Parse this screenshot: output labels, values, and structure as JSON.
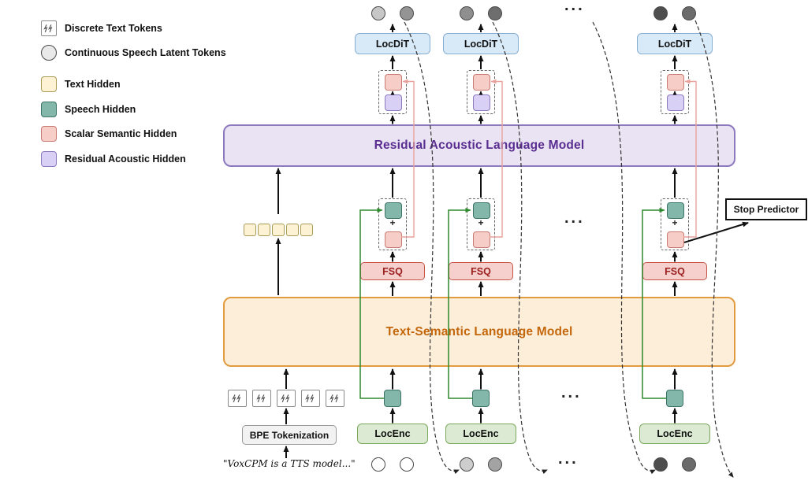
{
  "palette": {
    "locdit_fill": "#d8e9f8",
    "locenc_fill": "#dcead3",
    "fsq_fill": "#f6d0cd",
    "residual_model_fill": "#e9e3f3",
    "residual_model_text": "#5a2d91",
    "semantic_model_fill": "#fdeeda",
    "semantic_model_text": "#c4660a",
    "green_arrow": "#2d8a2d",
    "pink_arrow": "#e9a29b"
  },
  "legend": {
    "items": [
      {
        "name": "discrete-text-tokens",
        "label": "Discrete Text Tokens"
      },
      {
        "name": "continuous-speech-latent-tokens",
        "label": "Continuous Speech Latent Tokens",
        "color": "#e9e9e9"
      },
      {
        "name": "text-hidden",
        "label": "Text Hidden",
        "color": "#fdf3d4"
      },
      {
        "name": "speech-hidden",
        "label": "Speech Hidden",
        "color": "#83b7aa"
      },
      {
        "name": "scalar-semantic-hidden",
        "label": "Scalar Semantic Hidden",
        "color": "#f7cdc8"
      },
      {
        "name": "residual-acoustic-hidden",
        "label": "Residual Acoustic Hidden",
        "color": "#d8d0f5"
      }
    ]
  },
  "models": {
    "residual_acoustic_label": "Residual Acoustic Language Model",
    "text_semantic_label": "Text-Semantic Language Model"
  },
  "columns": [
    {
      "locdit_label": "LocDiT",
      "fsq_label": "FSQ",
      "locenc_label": "LocEnc",
      "plus": "+",
      "top_circles": [
        "#c7c7c7",
        "#949494"
      ],
      "bottom_circles": [
        "#ffffff",
        "#ffffff"
      ]
    },
    {
      "locdit_label": "LocDiT",
      "fsq_label": "FSQ",
      "locenc_label": "LocEnc",
      "plus": "+",
      "top_circles": [
        "#8f8f8f",
        "#6e6e6e"
      ],
      "bottom_circles": [
        "#cdcdcd",
        "#a3a3a3"
      ]
    },
    {
      "locdit_label": "LocDiT",
      "fsq_label": "FSQ",
      "locenc_label": "LocEnc",
      "plus": "+",
      "top_circles": [
        "#4e4e4e",
        "#6b6b6b"
      ],
      "bottom_circles": [
        "#4e4e4e",
        "#6b6b6b"
      ]
    }
  ],
  "stop_predictor_label": "Stop Predictor",
  "bottom_left": {
    "bpe_label": "BPE Tokenization",
    "quote": "\"VoxCPM is a TTS model...\""
  },
  "ellipsis": {
    "top": "...",
    "middle": "...",
    "lower": "...",
    "bottom": "..."
  }
}
